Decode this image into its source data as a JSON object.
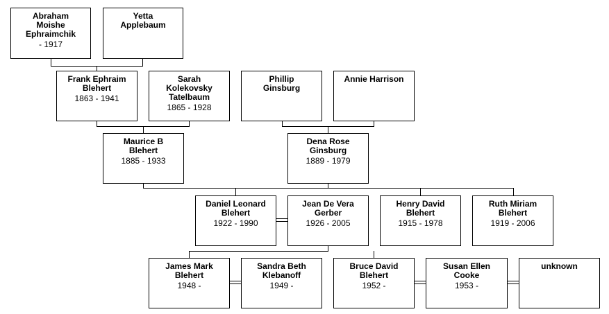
{
  "people": {
    "abraham": {
      "name": [
        "Abraham",
        "Moishe",
        "Ephraimchik"
      ],
      "dates": "- 1917"
    },
    "yetta": {
      "name": [
        "Yetta",
        "Applebaum"
      ],
      "dates": ""
    },
    "frank": {
      "name": [
        "Frank Ephraim",
        "Blehert"
      ],
      "dates": "1863 - 1941"
    },
    "sarah": {
      "name": [
        "Sarah",
        "Kolekovsky",
        "Tatelbaum"
      ],
      "dates": "1865 - 1928"
    },
    "phillip": {
      "name": [
        "Phillip",
        "Ginsburg"
      ],
      "dates": ""
    },
    "annie": {
      "name": [
        "Annie Harrison"
      ],
      "dates": ""
    },
    "maurice": {
      "name": [
        "Maurice B",
        "Blehert"
      ],
      "dates": "1885 - 1933"
    },
    "dena": {
      "name": [
        "Dena Rose",
        "Ginsburg"
      ],
      "dates": "1889 - 1979"
    },
    "daniel": {
      "name": [
        "Daniel Leonard",
        "Blehert"
      ],
      "dates": "1922 - 1990"
    },
    "jean": {
      "name": [
        "Jean De Vera",
        "Gerber"
      ],
      "dates": "1926 - 2005"
    },
    "henry": {
      "name": [
        "Henry David",
        "Blehert"
      ],
      "dates": "1915 - 1978"
    },
    "ruth": {
      "name": [
        "Ruth Miriam",
        "Blehert"
      ],
      "dates": "1919 - 2006"
    },
    "james": {
      "name": [
        "James Mark",
        "Blehert"
      ],
      "dates": "1948 -"
    },
    "sandra": {
      "name": [
        "Sandra Beth",
        "Klebanoff"
      ],
      "dates": "1949 -"
    },
    "bruce": {
      "name": [
        "Bruce David",
        "Blehert"
      ],
      "dates": "1952 -"
    },
    "susan": {
      "name": [
        "Susan Ellen",
        "Cooke"
      ],
      "dates": "1953 -"
    },
    "unknown": {
      "name": [
        "unknown"
      ],
      "dates": ""
    }
  }
}
